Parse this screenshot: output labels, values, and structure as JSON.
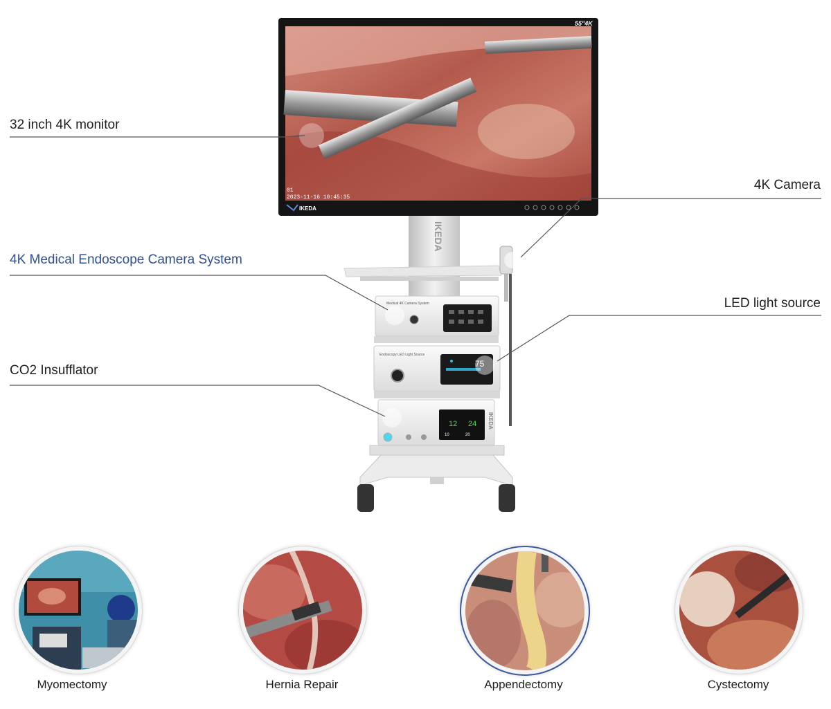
{
  "callouts": {
    "monitor": "32 inch 4K monitor",
    "system": "4K Medical Endoscope Camera System",
    "insufflator": "CO2 Insufflator",
    "camera": "4K Camera",
    "light": "LED light source"
  },
  "monitor_screen": {
    "badge": "55\"4K",
    "overlay_line1": "01",
    "overlay_line2": "2023-11-16 10:45:35",
    "brand": "IKEDA"
  },
  "cart": {
    "pole_brand": "IKEDA",
    "unit_brand": "IKEDA",
    "camera_unit_title": "Medical 4K Camera System",
    "light_unit_title": "Endoscopy LED Light Source",
    "light_value": "75",
    "insufflator_values": [
      "12",
      "24",
      "10",
      "20"
    ]
  },
  "procedures": [
    {
      "label": "Myomectomy"
    },
    {
      "label": "Hernia Repair"
    },
    {
      "label": "Appendectomy"
    },
    {
      "label": "Cystectomy"
    }
  ],
  "colors": {
    "accent_blue": "#2d4f94",
    "line_gray": "#555555",
    "tissue": "#b5524a"
  }
}
